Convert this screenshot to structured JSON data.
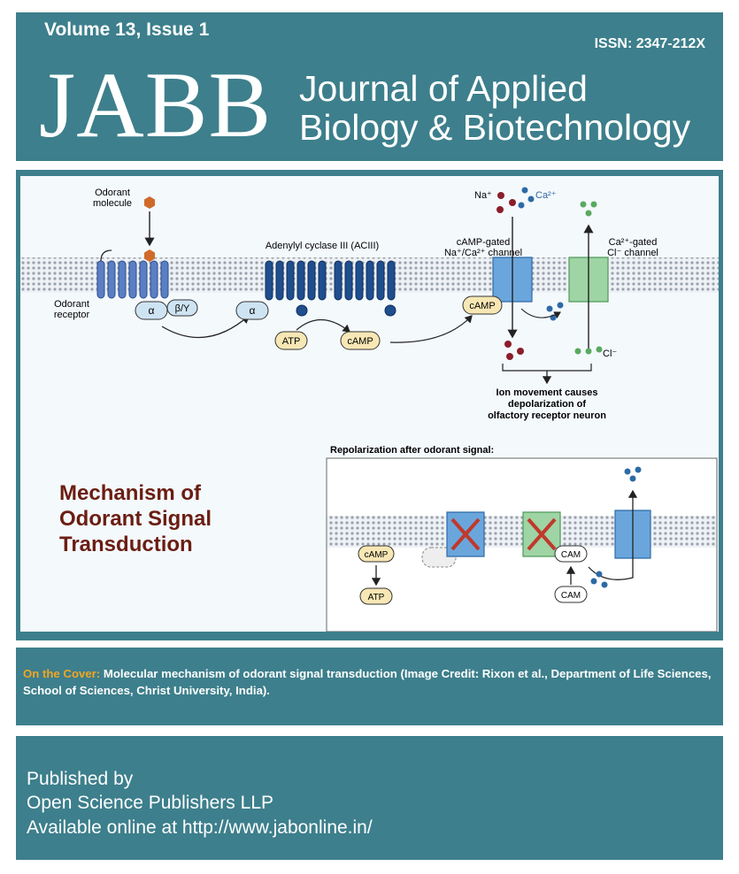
{
  "header": {
    "volume_issue": "Volume 13, Issue 1",
    "issn": "ISSN: 2347-212X",
    "logo_text": "JABB",
    "journal_name_line1": "Journal of Applied",
    "journal_name_line2": "Biology & Biotechnology"
  },
  "cover": {
    "title_line1": "Mechanism of",
    "title_line2": "Odorant Signal",
    "title_line3": "Transduction",
    "odorant_molecule_1": "Odorant",
    "odorant_molecule_2": "molecule",
    "odorant_receptor_1": "Odorant",
    "odorant_receptor_2": "receptor",
    "alpha": "α",
    "beta_gamma": "β/Y",
    "adenylyl_cyclase": "Adenylyl cyclase III (ACIII)",
    "atp": "ATP",
    "camp": "cAMP",
    "camp_channel_1": "cAMP-gated",
    "camp_channel_2": "Na⁺/Ca²⁺ channel",
    "cl_channel_1": "Ca²⁺-gated",
    "cl_channel_2": "Cl⁻ channel",
    "na": "Na⁺",
    "ca": "Ca²⁺",
    "cl": "Cl⁻",
    "ion_movement_1": "Ion movement causes",
    "ion_movement_2": "depolarization of",
    "ion_movement_3": "olfactory receptor neuron",
    "repolarization_title": "Repolarization after odorant signal:",
    "cam": "CAM"
  },
  "credit": {
    "label": "On the Cover:",
    "text": "Molecular mechanism of odorant signal transduction (Image Credit: Rixon et al., Department of Life Sciences, School of Sciences, Christ University, India)."
  },
  "publisher": {
    "line1": "Published by",
    "line2": "Open Science Publishers LLP",
    "line3": "Available online at http://www.jabonline.in/"
  },
  "colors": {
    "band": "#3d7f8c",
    "cover_title": "#6b1d12",
    "credit_label": "#f3a620",
    "receptor_blue": "#5b7fc4",
    "acyclase_blue": "#1f4e8f",
    "channel_blue": "#6aa6dc",
    "channel_green": "#9fd4a5"
  }
}
